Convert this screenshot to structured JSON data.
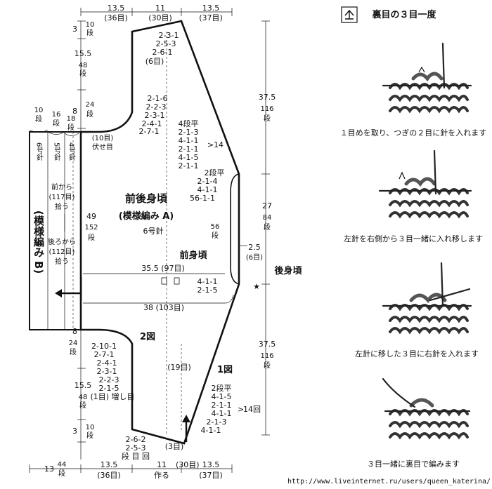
{
  "top_dims": [
    {
      "cm": "13.5",
      "rows": "(36目)"
    },
    {
      "cm": "11",
      "rows": "(30目)"
    },
    {
      "cm": "13.5",
      "rows": "(37目)"
    }
  ],
  "bottom_dims": [
    {
      "cm": "13",
      "rows": "44",
      "unit": "段"
    },
    {
      "cm": "13.5",
      "rows": "(36目)"
    },
    {
      "cm": "11",
      "rows": "(30目)",
      "note": "作る"
    },
    {
      "cm": "13.5",
      "rows": "(37目)"
    }
  ],
  "left_dims": {
    "top3": {
      "cm": "3",
      "val": "10",
      "unit": "段"
    },
    "top155": {
      "cm": "15.5",
      "val": "48",
      "unit": "段"
    },
    "top8": {
      "cm": "8",
      "val": "24",
      "unit": "段"
    },
    "mid49": {
      "cm": "49",
      "val": "152",
      "unit": "段"
    },
    "bot8": {
      "cm": "8",
      "val": "24",
      "unit": "段"
    },
    "bot155": {
      "cm": "15.5",
      "val": "48",
      "unit": "段"
    },
    "bot3": {
      "cm": "3",
      "val": "10",
      "unit": "段"
    }
  },
  "band_cols": [
    {
      "rows": "10",
      "unit": "段",
      "needle": "6号針"
    },
    {
      "rows": "16",
      "unit": "段",
      "needle": "5号針"
    },
    {
      "rows": "18",
      "unit": "段",
      "needle": "4号針"
    }
  ],
  "band_label": "(模様編み B)",
  "band_notes": {
    "front_pick": [
      "前から",
      "(117目)",
      "拾う"
    ],
    "back_pick": [
      "後ろから",
      "(112目)",
      "拾う"
    ]
  },
  "right_dims": {
    "top": {
      "cm": "37.5",
      "val": "116",
      "unit": "段"
    },
    "mid": {
      "cm": "27",
      "val": "84",
      "unit": "段"
    },
    "bot": {
      "cm": "37.5",
      "val": "116",
      "unit": "段"
    },
    "neck": {
      "cm": "2.5",
      "val": "(6目)"
    }
  },
  "body_labels": {
    "title": "前後身頃",
    "pattern": "(模様編み A)",
    "needle": "6号針",
    "front": "前身頃",
    "back": "後身頃",
    "fig1": "1図",
    "fig2": "2図",
    "width1": "35.5 (97目)",
    "width2": "38 (103目)",
    "center": "(19目)",
    "neck_rows": "56",
    "neck_unit": "段",
    "cast_off": "(10目)",
    "cast_off2": "伏せ目",
    "bottom_st": "(3目)"
  },
  "shaping": {
    "top_shoulder": [
      "2-3-1",
      "2-5-3",
      "2-6-1",
      "(6目)"
    ],
    "top_arm": [
      "2-1-6",
      "2-2-3",
      "2-3-1",
      "2-4-1",
      "2-7-1"
    ],
    "top_right": [
      "4段平",
      "2-1-3",
      "4-1-1",
      "2-1-1",
      "4-1-5",
      "2-1-1"
    ],
    "top_right_note": "14",
    "neck_top": [
      "2段平",
      "2-1-4",
      "4-1-1",
      "56-1-1"
    ],
    "neck_bot": [
      "4-1-1",
      "2-1-5"
    ],
    "bot_arm": [
      "2-10-1",
      "2-7-1",
      "2-4-1",
      "2-3-1",
      "2-2-3",
      "2-1-5",
      "(1目) 増し目"
    ],
    "bot_right": [
      "2段平",
      "4-1-5",
      "2-1-1",
      "4-1-1",
      "2-1-3",
      "4-1-1"
    ],
    "bot_right_note": "14回",
    "bot_shoulder": [
      "2-6-2",
      "2-5-3",
      "段 目 回"
    ]
  },
  "legend": {
    "title": "裏目の３目一度",
    "symbol": "裏3目一度",
    "steps": [
      "１目めを取り、つぎの２目に針を入れます",
      "左針を右側から３目一緒に入れ移します",
      "左針に移した３目に右針を入れます",
      "３目一緒に裏目で編みます"
    ]
  },
  "watermark": "http://www.liveinternet.ru/users/queen_katerina/"
}
